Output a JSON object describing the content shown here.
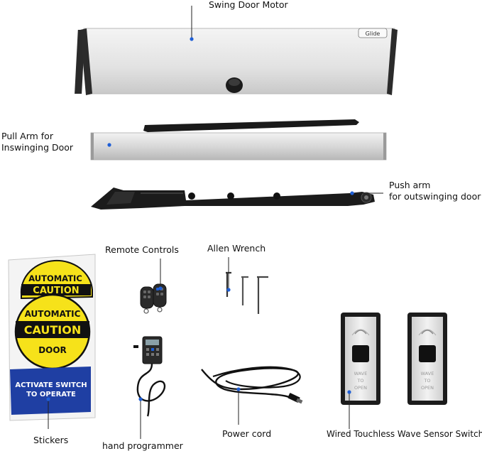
{
  "labels": {
    "motor": "Swing Door Motor",
    "pull_arm_line1": "Pull Arm for",
    "pull_arm_line2": "Inswinging Door",
    "push_arm_line1": "Push arm",
    "push_arm_line2": "for outswinging door",
    "remote_controls": "Remote Controls",
    "allen_wrench": "Allen  Wrench",
    "stickers": "Stickers",
    "hand_programmer": "hand programmer",
    "power_cord": "Power cord",
    "sensor_switch": "Wired Touchless Wave Sensor Switch"
  },
  "motor_brand": "Glide",
  "sticker": {
    "top_word1": "AUTOMATIC",
    "top_word2": "CAUTION",
    "word1": "AUTOMATIC",
    "word2": "CAUTION",
    "word3": "DOOR",
    "banner_line1": "ACTIVATE SWITCH",
    "banner_line2": "TO OPERATE"
  },
  "sensor_text": {
    "line1": "WAVE",
    "line2": "TO",
    "line3": "OPEN"
  },
  "colors": {
    "pointer_blue": "#1f5fd6",
    "sticker_yellow": "#f6e21a",
    "sticker_blue": "#1f3fa3",
    "arm_black": "#1a1a1a",
    "aluminium": "#dcdcdc"
  }
}
